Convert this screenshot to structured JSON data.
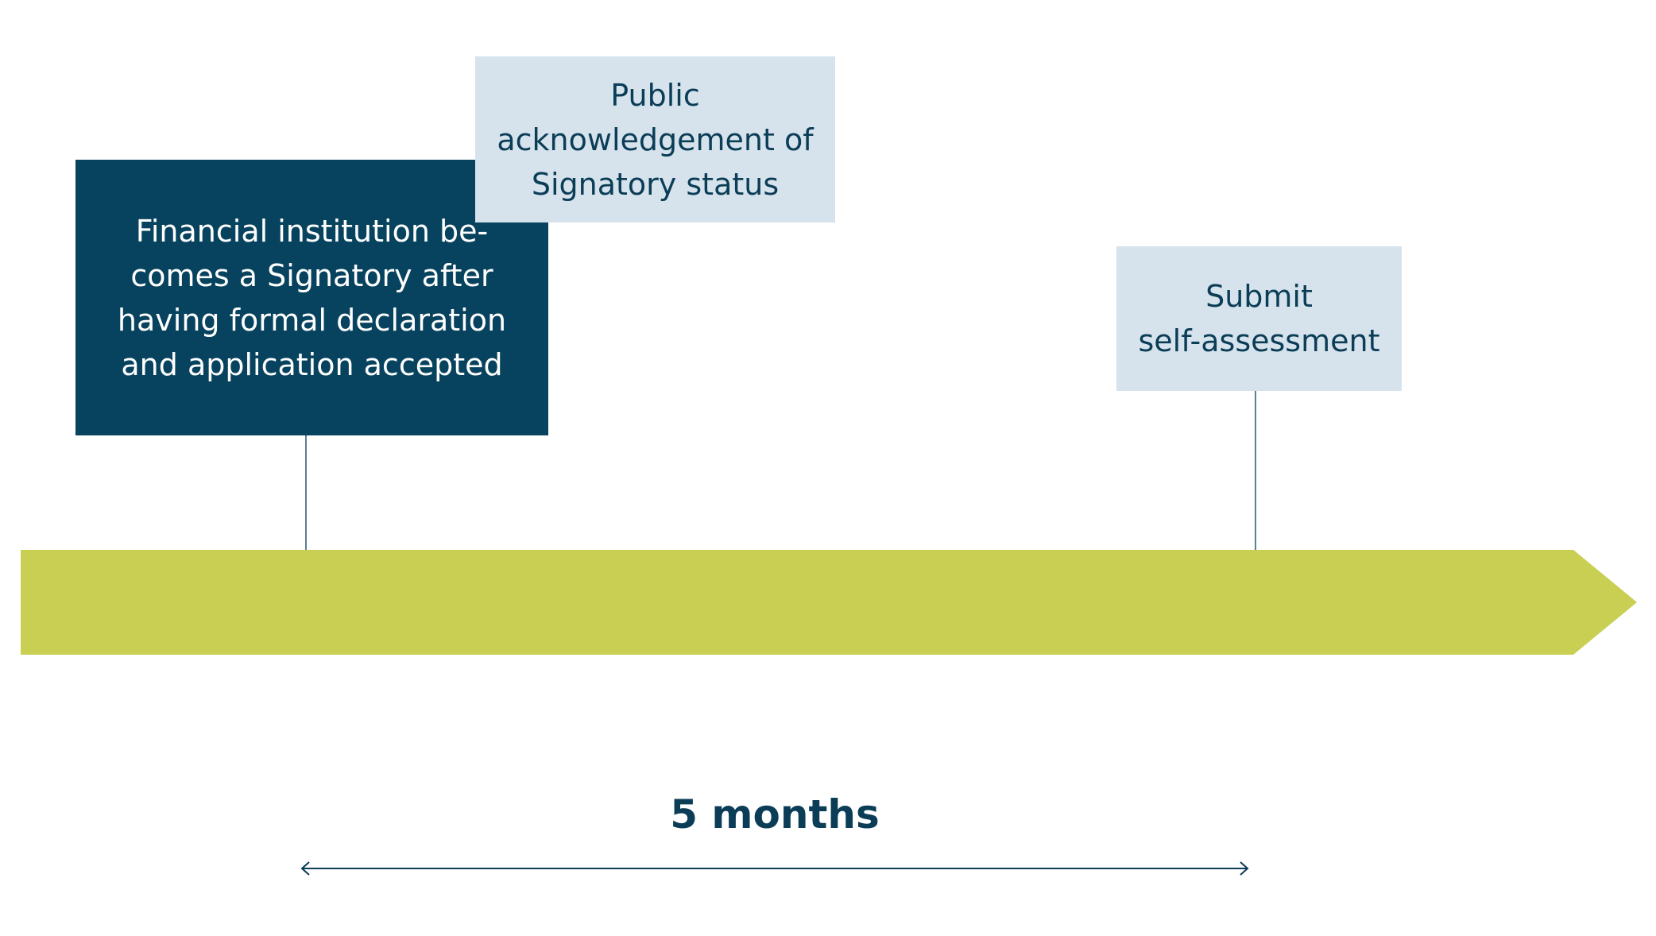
{
  "colors": {
    "dark_box": "#07435e",
    "light_box": "#d6e3ec",
    "dark_text": "#0b3d57",
    "white_text": "#ffffff",
    "timeline": "#c8cf52",
    "line": "#5c7f93"
  },
  "steps": [
    {
      "id": "signatory",
      "label": "Financial institution be-\ncomes a Signatory after\nhaving formal declaration\nand application accepted"
    },
    {
      "id": "public",
      "label": "Public\nacknowledgement of\nSignatory status"
    },
    {
      "id": "submit",
      "label": "Submit\nself-assessment"
    }
  ],
  "duration": {
    "label": "5 months"
  }
}
